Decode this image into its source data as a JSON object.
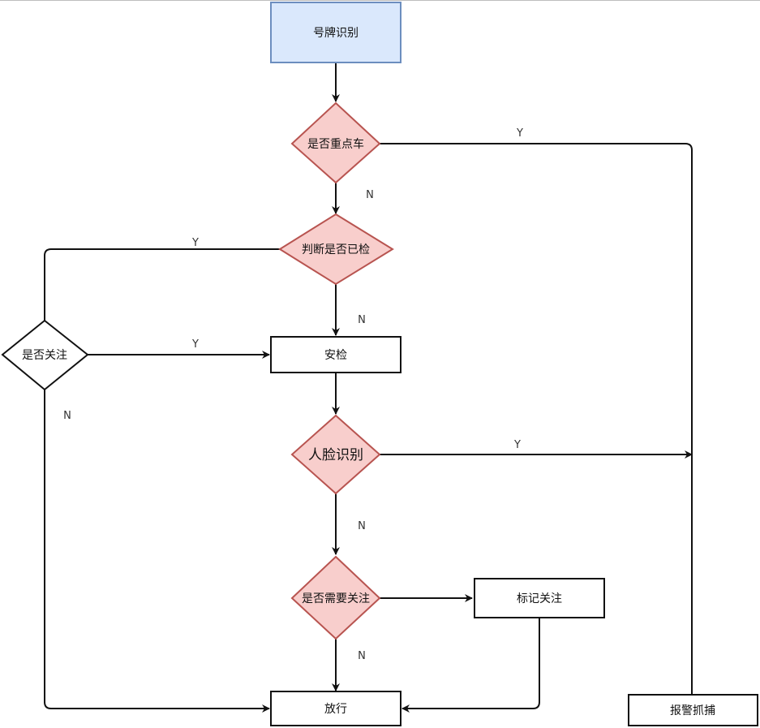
{
  "nodes": {
    "plate": "号牌识别",
    "key_vehicle": "是否重点车",
    "checked": "判断是否已检",
    "attention": "是否关注",
    "security_check": "安检",
    "face_recognition": "人脸识别",
    "need_attention": "是否需要关注",
    "mark_attention": "标记关注",
    "release": "放行",
    "alarm_arrest": "报警抓捕"
  },
  "edges": {
    "key_vehicle_yes": "Y",
    "key_vehicle_no": "N",
    "checked_yes": "Y",
    "checked_no": "N",
    "attention_yes": "Y",
    "attention_no": "N",
    "face_yes": "Y",
    "face_no": "N",
    "need_attention_no": "N"
  },
  "colors": {
    "plate_fill": "#dae8fc",
    "plate_stroke": "#6c8ebf",
    "decision_fill": "#f8cecc",
    "decision_stroke": "#b85450",
    "line": "#111111"
  }
}
